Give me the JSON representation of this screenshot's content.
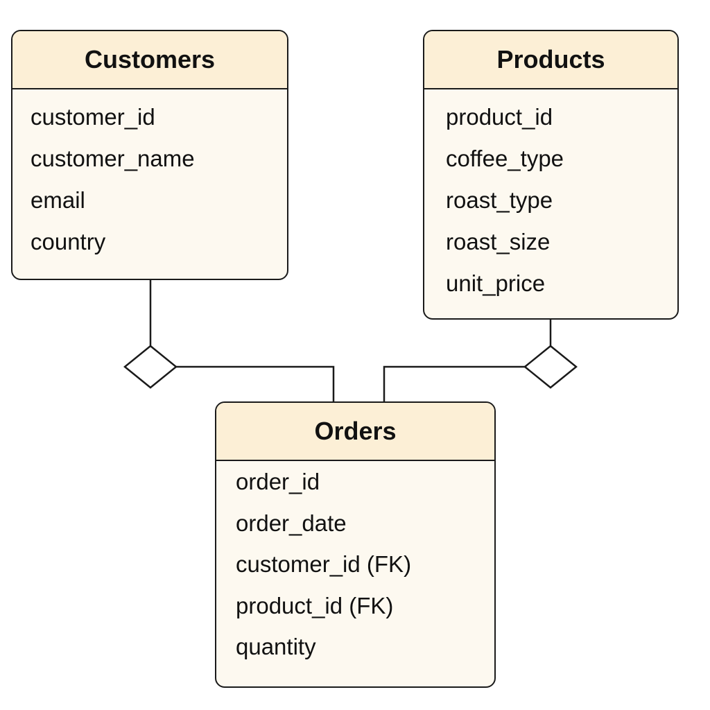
{
  "entities": {
    "customers": {
      "title": "Customers",
      "attributes": [
        "customer_id",
        "customer_name",
        "email",
        "country"
      ]
    },
    "products": {
      "title": "Products",
      "attributes": [
        "product_id",
        "coffee_type",
        "roast_type",
        "roast_size",
        "unit_price"
      ]
    },
    "orders": {
      "title": "Orders",
      "attributes": [
        "order_id",
        "order_date",
        "customer_id (FK)",
        "product_id (FK)",
        "quantity"
      ]
    }
  },
  "relationships": [
    {
      "from": "Customers",
      "to": "Orders",
      "symbol": "diamond"
    },
    {
      "from": "Products",
      "to": "Orders",
      "symbol": "diamond"
    }
  ],
  "colors": {
    "header_fill": "#fcefd6",
    "body_fill": "#fdf9f0",
    "line": "#1a1a1a"
  }
}
